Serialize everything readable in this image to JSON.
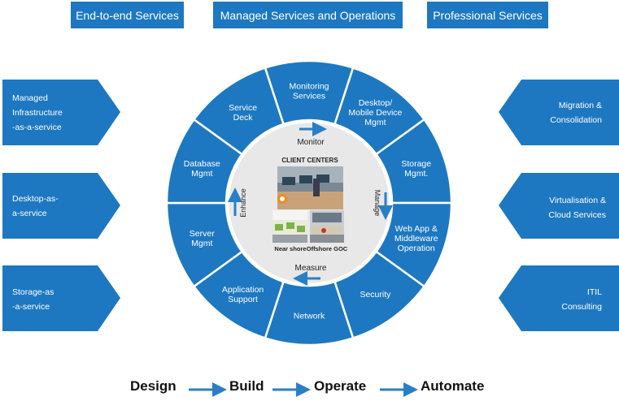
{
  "top_boxes": [
    {
      "label": "End-to-end Services"
    },
    {
      "label": "Managed Services and Operations"
    },
    {
      "label": "Professional Services"
    }
  ],
  "left_pentagons": [
    {
      "lines": [
        "Managed",
        "Infrastructure",
        "-as-a-service"
      ]
    },
    {
      "lines": [
        "Desktop-as-",
        "a-service"
      ]
    },
    {
      "lines": [
        "Storage-as",
        "-a-service"
      ]
    }
  ],
  "right_pentagons": [
    {
      "lines": [
        "Migration &",
        "Consolidation"
      ]
    },
    {
      "lines": [
        "Virtualisation &",
        "Cloud Services"
      ]
    },
    {
      "lines": [
        "ITIL",
        "Consulting"
      ]
    }
  ],
  "wheel_segments": [
    {
      "lines": [
        "Monitoring",
        "Services"
      ]
    },
    {
      "lines": [
        "Desktop/",
        "Mobile Device",
        "Mgmt"
      ]
    },
    {
      "lines": [
        "Storage",
        "Mgmt."
      ]
    },
    {
      "lines": [
        "Web App &",
        "Middleware",
        "Operation"
      ]
    },
    {
      "lines": [
        "Security"
      ]
    },
    {
      "lines": [
        "Network"
      ]
    },
    {
      "lines": [
        "Application",
        "Support"
      ]
    },
    {
      "lines": [
        "Server",
        "Mgmt"
      ]
    },
    {
      "lines": [
        "Database",
        "Mgmt"
      ]
    },
    {
      "lines": [
        "Service",
        "Deck"
      ]
    }
  ],
  "center": {
    "title": "CLIENT CENTERS",
    "photo_labels": [
      "Near shore",
      "Offshore GOC"
    ],
    "cycle": {
      "top": "Monitor",
      "right": "Manage",
      "bottom": "Measure",
      "left": "Enhance"
    }
  },
  "bottom_flow": [
    "Design",
    "Build",
    "Operate",
    "Automate"
  ],
  "colors": {
    "primary_blue": "#1d78c1",
    "arrow_blue": "#2a7fc4",
    "inner_circle": "#e8e8e8"
  }
}
